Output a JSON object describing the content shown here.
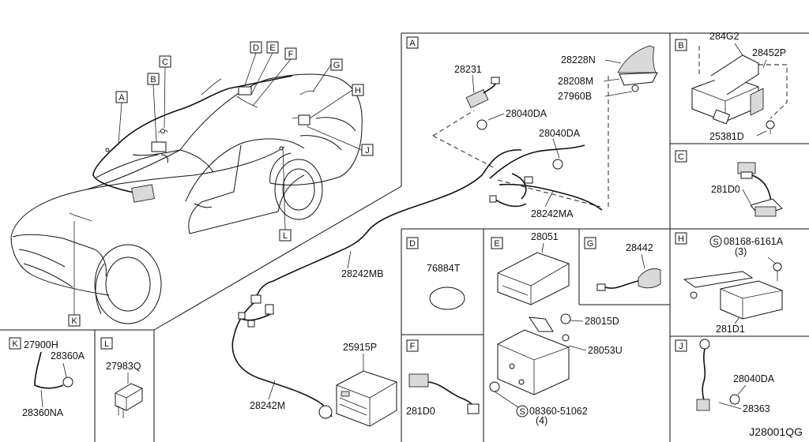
{
  "diagram_id": "J28001QG",
  "callouts": [
    "A",
    "B",
    "C",
    "D",
    "E",
    "F",
    "G",
    "H",
    "J",
    "K",
    "L"
  ],
  "sections": {
    "A": {
      "letter": "A",
      "parts": [
        "28228N",
        "28208M",
        "27960B",
        "28231",
        "28040DA",
        "28040DA",
        "28242MA",
        "28242MB",
        "25915P",
        "28242M"
      ]
    },
    "B": {
      "letter": "B",
      "parts": [
        "284G2",
        "28452P",
        "25381D"
      ]
    },
    "C": {
      "letter": "C",
      "parts": [
        "281D0"
      ]
    },
    "D": {
      "letter": "D",
      "parts": [
        "76884T"
      ]
    },
    "E": {
      "letter": "E",
      "parts": [
        "28051",
        "28015D",
        "28053U",
        "08360-51062",
        "(4)"
      ]
    },
    "F": {
      "letter": "F",
      "parts": [
        "281D0"
      ]
    },
    "G": {
      "letter": "G",
      "parts": [
        "28442"
      ]
    },
    "H": {
      "letter": "H",
      "parts": [
        "08168-6161A",
        "(3)",
        "281D1"
      ]
    },
    "J": {
      "letter": "J",
      "parts": [
        "28040DA",
        "28363"
      ]
    },
    "K": {
      "letter": "K",
      "parts": [
        "27900H",
        "28360A",
        "28360NA"
      ]
    },
    "L": {
      "letter": "L",
      "parts": [
        "27983Q"
      ]
    }
  }
}
